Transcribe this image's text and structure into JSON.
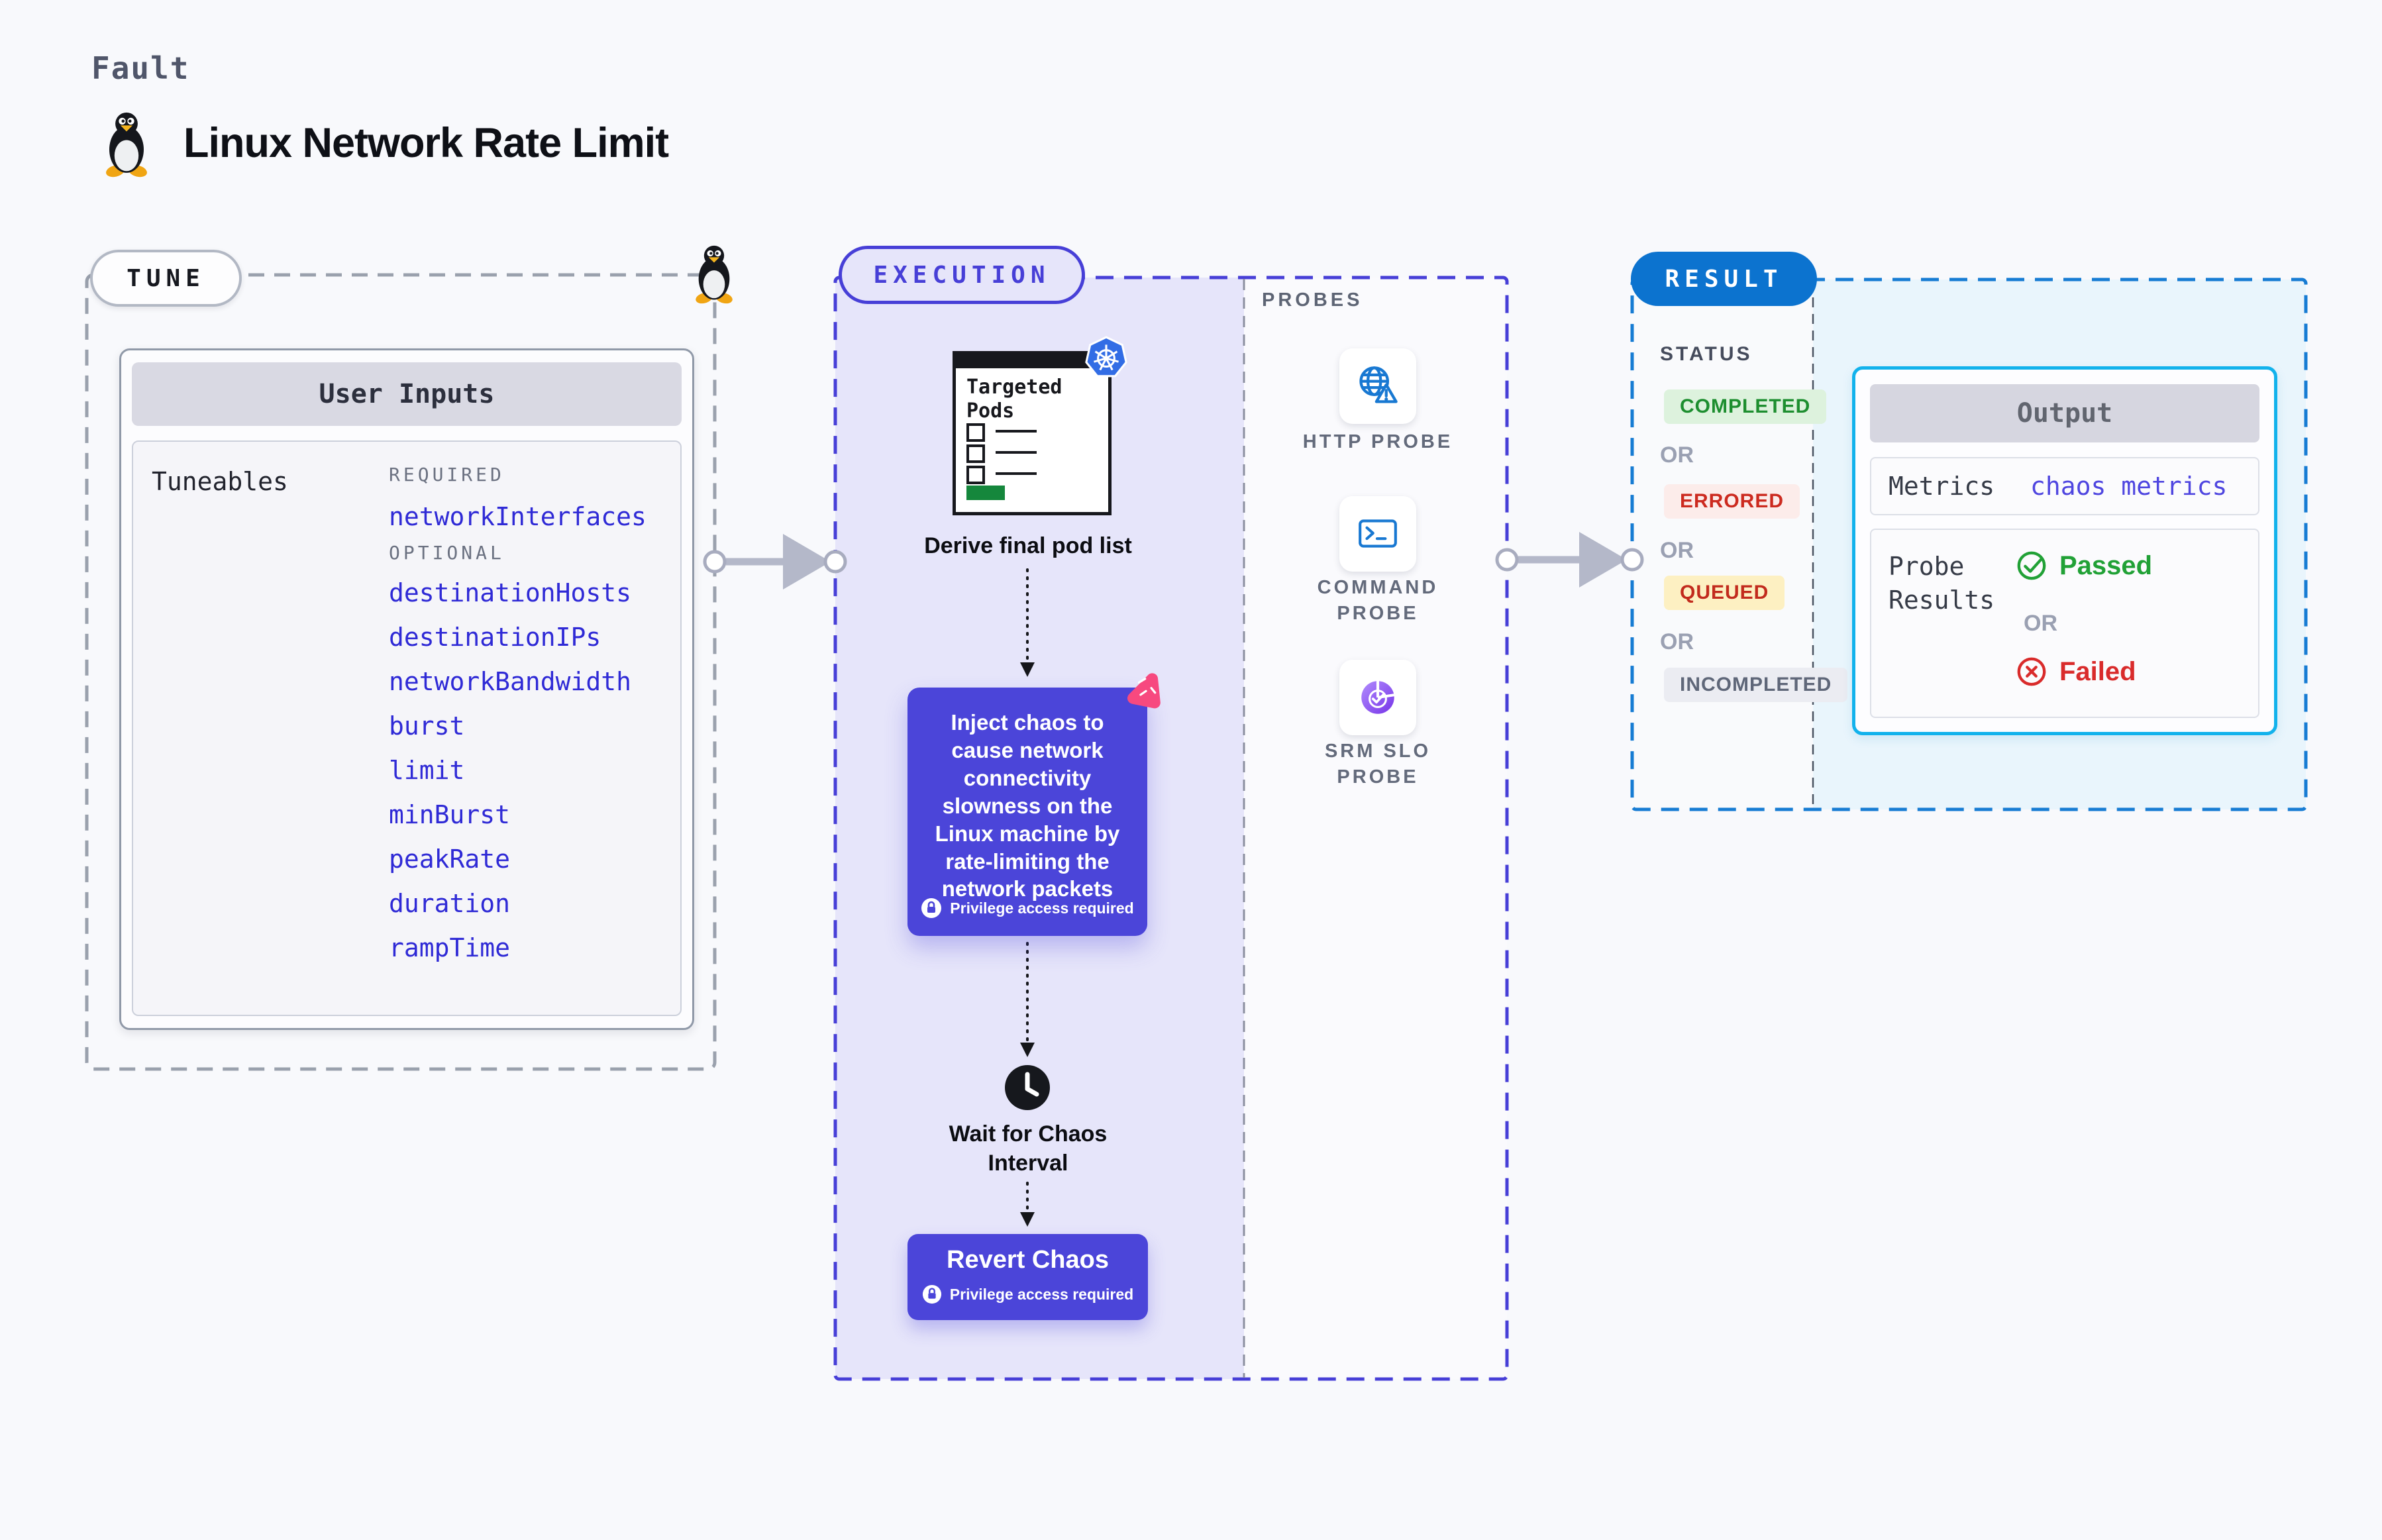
{
  "header": {
    "kicker": "Fault",
    "title": "Linux Network Rate Limit"
  },
  "tune": {
    "badge": "TUNE",
    "card_title": "User Inputs",
    "tuneables_label": "Tuneables",
    "required_label": "REQUIRED",
    "optional_label": "OPTIONAL",
    "required_params": [
      "networkInterfaces"
    ],
    "optional_params": [
      "destinationHosts",
      "destinationIPs",
      "networkBandwidth",
      "burst",
      "limit",
      "minBurst",
      "peakRate",
      "duration",
      "rampTime"
    ]
  },
  "execution": {
    "badge": "EXECUTION",
    "pods_card_title": "Targeted Pods",
    "derive_step_label": "Derive final pod list",
    "inject_step_text": "Inject chaos to cause network connectivity slowness on the Linux machine by rate-limiting the network packets",
    "privilege_note": "Privilege access required",
    "wait_step_label": "Wait for Chaos Interval",
    "revert_step_label": "Revert Chaos"
  },
  "probes": {
    "section_label": "PROBES",
    "items": [
      {
        "icon": "globe-warning-icon",
        "label": "HTTP PROBE"
      },
      {
        "icon": "terminal-icon",
        "label": "COMMAND PROBE"
      },
      {
        "icon": "slo-donut-icon",
        "label": "SRM SLO PROBE"
      }
    ]
  },
  "result": {
    "badge": "RESULT",
    "status_label": "STATUS",
    "or_label": "OR",
    "statuses": [
      {
        "label": "COMPLETED",
        "bg": "#ddf2dd",
        "fg": "#1d8e2f"
      },
      {
        "label": "ERRORED",
        "bg": "#fcecea",
        "fg": "#cc2a1f"
      },
      {
        "label": "QUEUED",
        "bg": "#fdf0c2",
        "fg": "#c22b1d"
      },
      {
        "label": "INCOMPLETED",
        "bg": "#ebecf2",
        "fg": "#5f6779"
      }
    ],
    "output": {
      "title": "Output",
      "metrics_label": "Metrics",
      "metrics_value": "chaos metrics",
      "probe_results_label": "Probe Results",
      "passed_label": "Passed",
      "failed_label": "Failed"
    }
  },
  "colors": {
    "accent_indigo": "#473fd7",
    "execution_fill": "#e6e5fa",
    "inject_purple": "#4b45d9",
    "result_blue": "#0c73cf",
    "result_fill": "#e9f5fc",
    "output_border": "#12b2ec",
    "passed_green": "#21a136",
    "failed_red": "#d92b2b",
    "param_blue": "#2f2ad6",
    "kubernetes_blue": "#326de5",
    "chaos_pink": "#f7497f"
  }
}
